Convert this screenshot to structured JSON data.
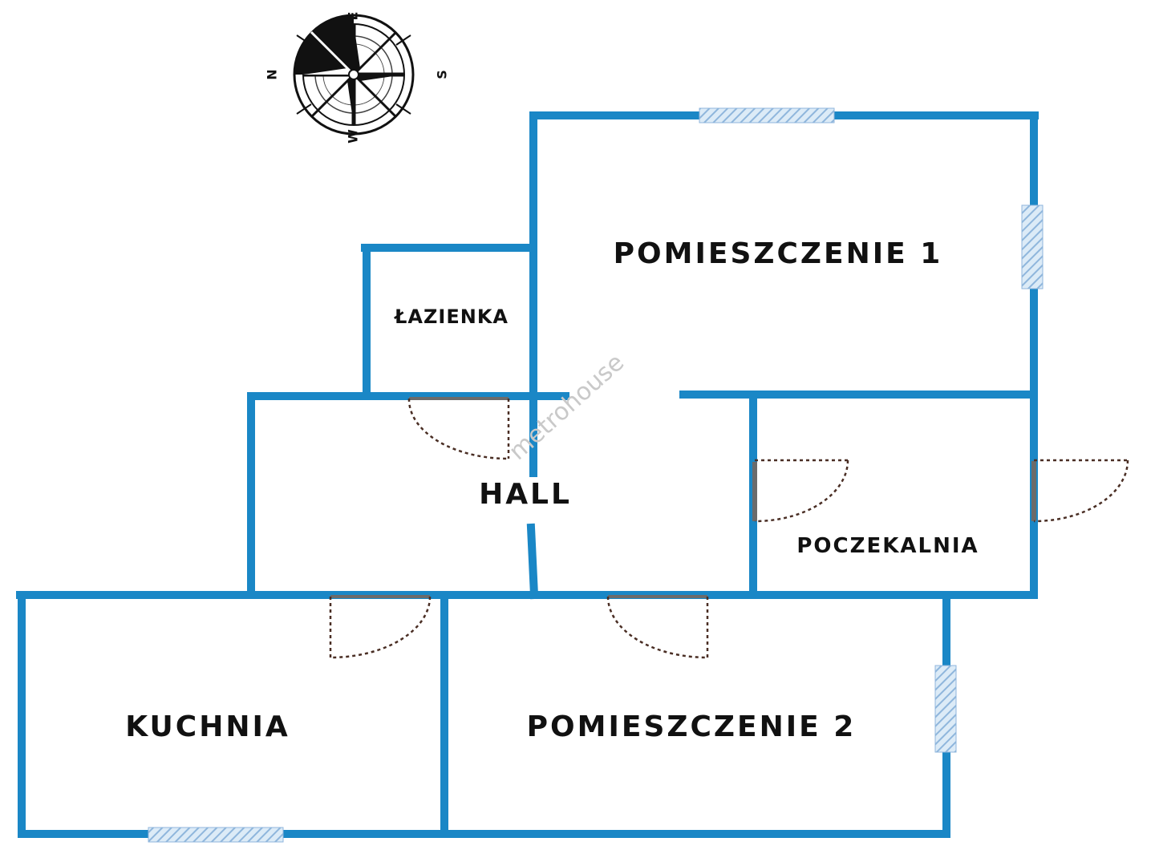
{
  "rooms": {
    "room1": "POMIESZCZENIE 1",
    "bathroom": "ŁAZIENKA",
    "hall": "HALL",
    "waiting": "POCZEKALNIA",
    "kitchen": "KUCHNIA",
    "room2": "POMIESZCZENIE 2"
  },
  "compass": {
    "n": "N",
    "e": "E",
    "s": "S",
    "w": "W"
  },
  "watermark": "metrohouse",
  "colors": {
    "wall": "#1a87c6",
    "window": "#a9cbe8",
    "door_leaf": "#6b6b6b",
    "door_swing": "#4a2e24"
  }
}
